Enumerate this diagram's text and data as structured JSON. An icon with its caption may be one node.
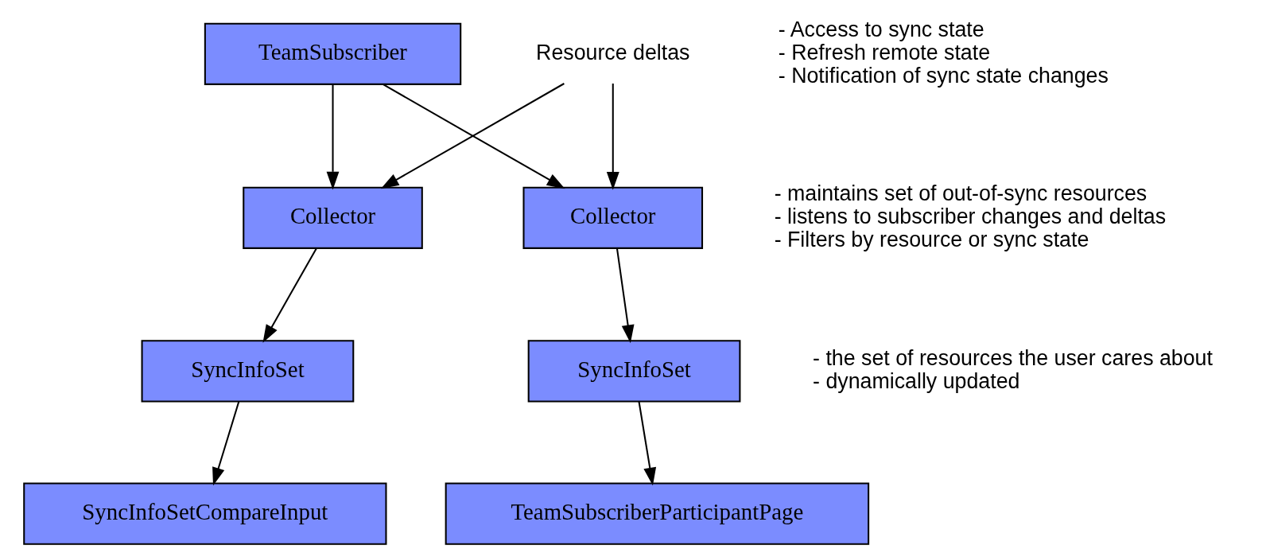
{
  "diagram": {
    "nodes": [
      {
        "text": [
          "TeamSubscriber"
        ],
        "beside": [
          "- Access to sync state",
          "- Refresh remote state",
          "- Notification of sync state changes"
        ]
      },
      {
        "text": [
          "Resource deltas"
        ]
      },
      {
        "text": [
          "Collector"
        ]
      },
      {
        "text": [
          "Collector"
        ],
        "beside": [
          "- maintains set of out-of-sync resources",
          "- listens to subscriber changes and deltas",
          "- Filters by resource or sync state"
        ]
      },
      {
        "text": [
          "SyncInfoSet"
        ]
      },
      {
        "text": [
          "SyncInfoSet"
        ],
        "beside": [
          "- the set of resources the user cares about",
          "- dynamically updated"
        ]
      },
      {
        "text": [
          "SyncInfoSetCompareInput"
        ]
      },
      {
        "text": [
          "TeamSubscriberParticipantPage"
        ]
      }
    ],
    "edges": [
      {
        "from": 0,
        "to": 2,
        "arrow": "to"
      },
      {
        "from": 0,
        "to": 3,
        "arrow": "to"
      },
      {
        "from": 1,
        "to": 2,
        "arrow": "to"
      },
      {
        "from": 1,
        "to": 3,
        "arrow": "to"
      },
      {
        "from": 2,
        "to": 4,
        "arrow": "to"
      },
      {
        "from": 3,
        "to": 5,
        "arrow": "to"
      },
      {
        "from": 4,
        "to": 6,
        "arrow": "to"
      },
      {
        "from": 5,
        "to": 7,
        "arrow": "to"
      }
    ]
  }
}
